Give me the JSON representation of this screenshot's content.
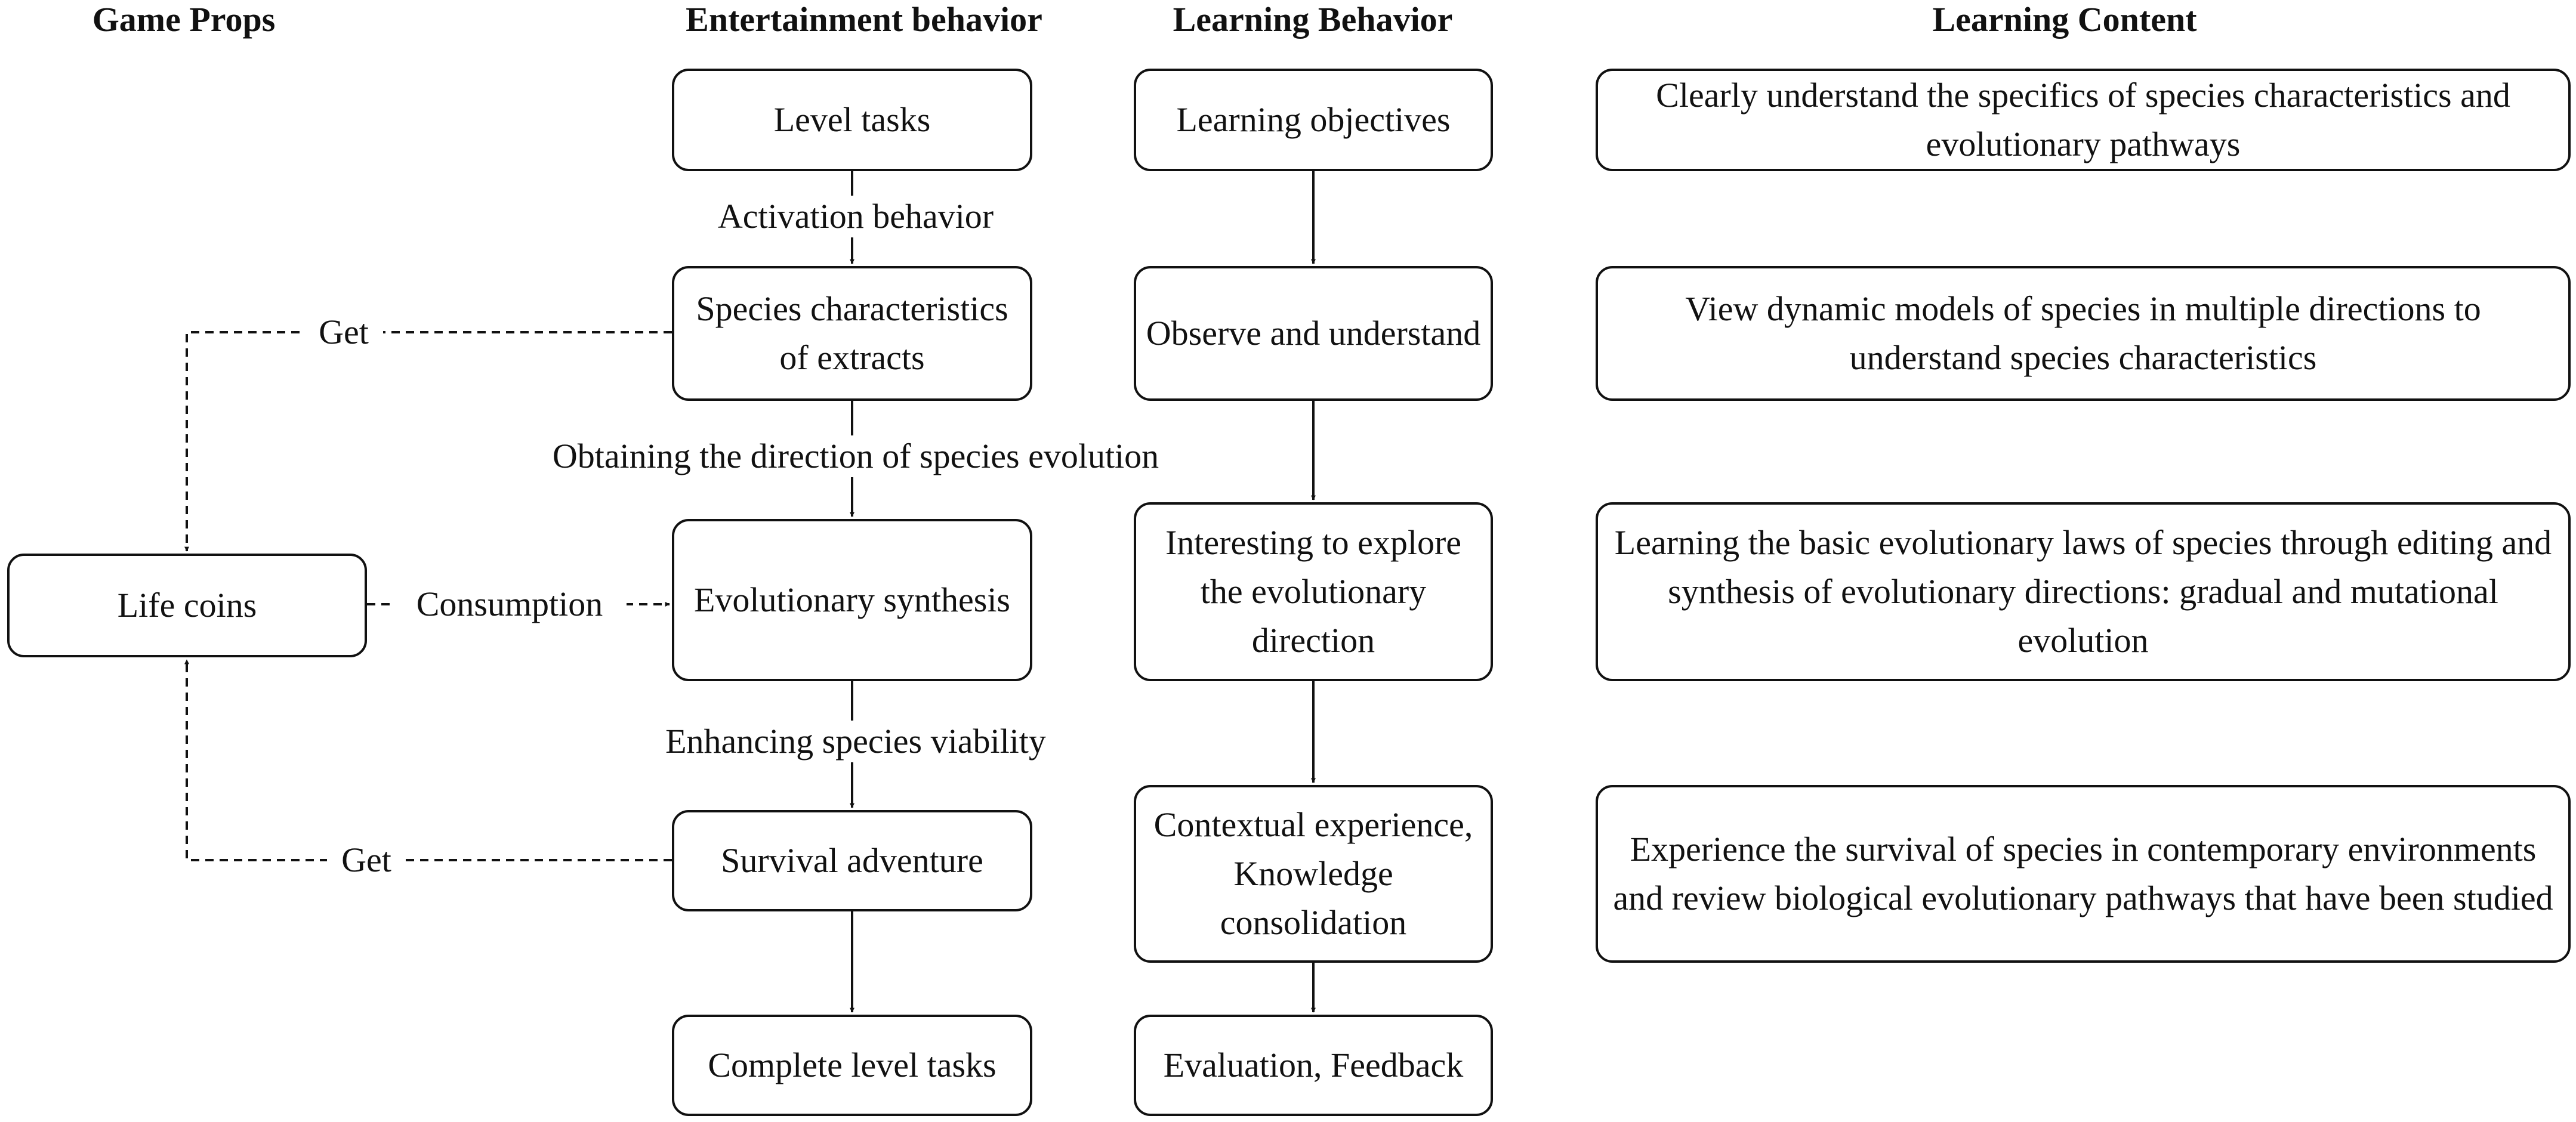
{
  "headers": {
    "game_props": "Game Props",
    "entertainment": "Entertainment behavior",
    "learning_behavior": "Learning Behavior",
    "learning_content": "Learning Content"
  },
  "props": {
    "life_coins": "Life coins"
  },
  "entertainment": {
    "level_tasks": "Level tasks",
    "species_extracts": "Species characteristics of extracts",
    "evolutionary_synthesis": "Evolutionary synthesis",
    "survival_adventure": "Survival adventure",
    "complete_level_tasks": "Complete level tasks"
  },
  "learning_behavior": {
    "objectives": "Learning objectives",
    "observe": "Observe and understand",
    "explore": "Interesting to explore the evolutionary direction",
    "contextual": "Contextual experience, Knowledge consolidation",
    "evaluation": "Evaluation, Feedback"
  },
  "learning_content": {
    "c1": "Clearly understand the specifics of species characteristics and evolutionary pathways",
    "c2": "View dynamic models of species in multiple directions to understand species characteristics",
    "c3": "Learning the basic evolutionary laws of species through editing and synthesis of evolutionary directions: gradual and mutational evolution",
    "c4": "Experience the survival of species in contemporary environments and review biological evolutionary pathways that have been studied"
  },
  "edges": {
    "activation": "Activation behavior",
    "direction": "Obtaining the direction of species evolution",
    "viability": "Enhancing species viability",
    "get_top": "Get",
    "consumption": "Consumption",
    "get_bottom": "Get"
  }
}
